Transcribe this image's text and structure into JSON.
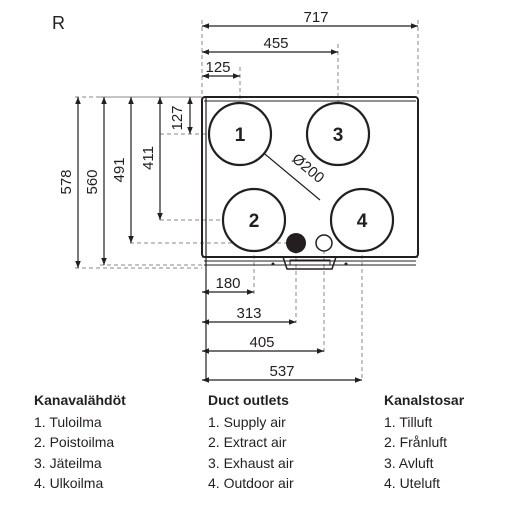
{
  "variant": "R",
  "dimensions": {
    "width_total": "717",
    "width_455": "455",
    "width_125": "125",
    "height_127": "127",
    "height_578": "578",
    "height_560": "560",
    "height_491": "491",
    "height_411": "411",
    "diameter": "Ø200",
    "bottom_180": "180",
    "bottom_313": "313",
    "bottom_405": "405",
    "bottom_537": "537"
  },
  "ports": [
    "1",
    "2",
    "3",
    "4"
  ],
  "legends": {
    "fi": {
      "heading": "Kanavalähdöt",
      "items": [
        "1. Tuloilma",
        "2. Poistoilma",
        "3. Jäteilma",
        "4. Ulkoilma"
      ]
    },
    "en": {
      "heading": "Duct outlets",
      "items": [
        "1. Supply air",
        "2. Extract air",
        "3. Exhaust air",
        "4. Outdoor air"
      ]
    },
    "sv": {
      "heading": "Kanalstosar",
      "items": [
        "1. Tilluft",
        "2. Frånluft",
        "3. Avluft",
        "4. Uteluft"
      ]
    }
  },
  "colors": {
    "line": "#231f20",
    "dashed": "#8a8a8a",
    "background": "#ffffff"
  }
}
